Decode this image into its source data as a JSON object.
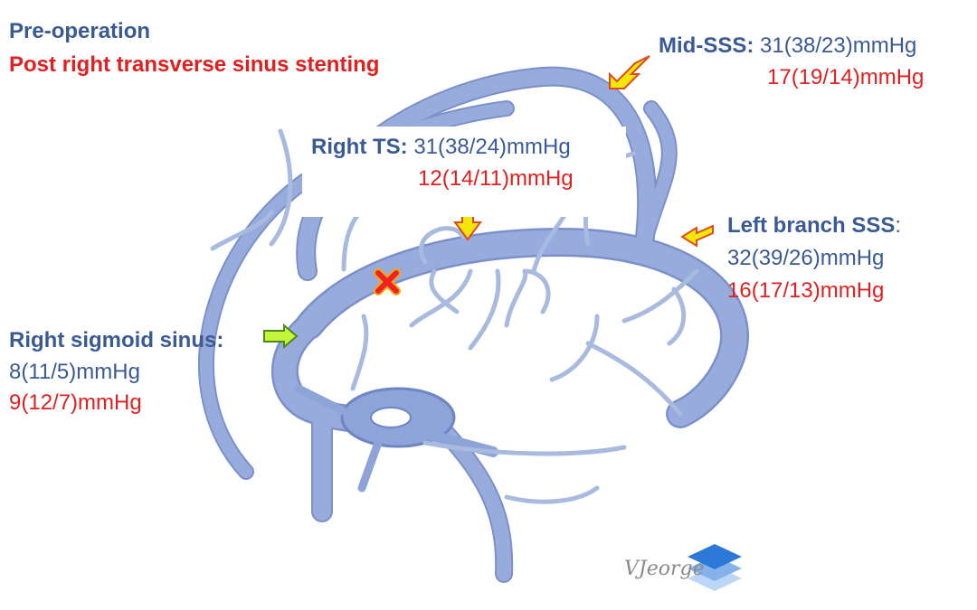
{
  "legend": {
    "pre_label": "Pre-operation",
    "post_label": "Post right transverse sinus stenting"
  },
  "measurements": {
    "mid_sss": {
      "name": "Mid-SSS:",
      "pre": "31(38/23)mmHg",
      "post": "17(19/14)mmHg"
    },
    "right_ts": {
      "name": "Right TS:",
      "pre": "31(38/24)mmHg",
      "post": "12(14/11)mmHg"
    },
    "left_branch_sss": {
      "name": "Left branch SSS",
      "colon": ":",
      "pre": "32(39/26)mmHg",
      "post": "16(17/13)mmHg"
    },
    "right_sigmoid": {
      "name": "Right sigmoid sinus:",
      "pre": "8(11/5)mmHg",
      "post": "9(12/7)mmHg"
    }
  },
  "watermark": {
    "signature": "VJeorge"
  },
  "colors": {
    "pre_text": "#3a5a96",
    "post_text": "#e02020",
    "vein_fill": "#97abdc",
    "vein_edge": "#6d85c4",
    "arrow_yellow": "#f5e60a",
    "arrow_green": "#c6f53a",
    "stenosis_marker": "#ee2222"
  },
  "icons": {
    "arrow": "arrow-icon",
    "stenosis": "stenosis-cross-icon",
    "logo": "layers-logo-icon"
  }
}
